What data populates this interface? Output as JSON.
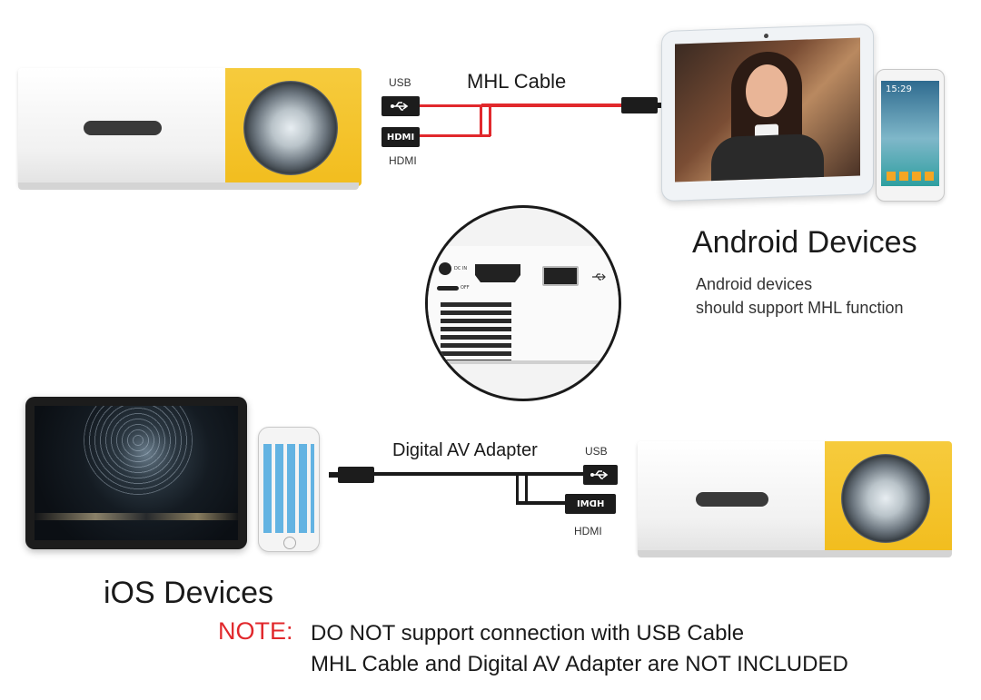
{
  "top": {
    "usb_label": "USB",
    "hdmi_label": "HDMI",
    "hdmi_plug_text": "HDMI",
    "cable_title": "MHL Cable"
  },
  "android": {
    "title": "Android Devices",
    "desc_line1": "Android devices",
    "desc_line2": "should support MHL function",
    "phone_time": "15:29"
  },
  "ports": {
    "dc_label": "DC IN",
    "power_label": "OFF"
  },
  "ios": {
    "title": "iOS Devices",
    "adapter_title": "Digital AV Adapter",
    "usb_label": "USB",
    "hdmi_label": "HDMI",
    "hdmi_plug_text": "HDMI"
  },
  "note": {
    "label": "NOTE:",
    "line1": "DO NOT support connection with USB Cable",
    "line2": "MHL Cable and Digital AV Adapter are NOT INCLUDED"
  },
  "colors": {
    "note_red": "#e1282c",
    "projector_yellow": "#f4c22b",
    "cable_red": "#e1282c"
  }
}
